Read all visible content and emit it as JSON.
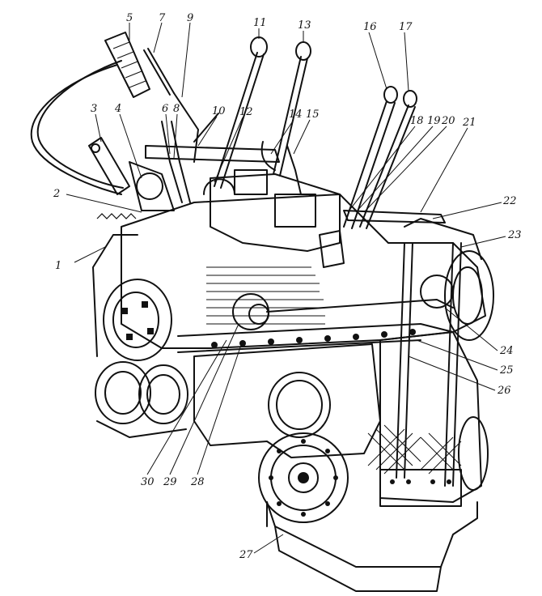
{
  "diagram": {
    "callouts": [
      {
        "id": "c1",
        "label": "1"
      },
      {
        "id": "c2",
        "label": "2"
      },
      {
        "id": "c3",
        "label": "3"
      },
      {
        "id": "c4",
        "label": "4"
      },
      {
        "id": "c5",
        "label": "5"
      },
      {
        "id": "c6",
        "label": "6"
      },
      {
        "id": "c7",
        "label": "7"
      },
      {
        "id": "c8",
        "label": "8"
      },
      {
        "id": "c9",
        "label": "9"
      },
      {
        "id": "c10",
        "label": "10"
      },
      {
        "id": "c11",
        "label": "11"
      },
      {
        "id": "c12",
        "label": "12"
      },
      {
        "id": "c13",
        "label": "13"
      },
      {
        "id": "c14",
        "label": "14"
      },
      {
        "id": "c15",
        "label": "15"
      },
      {
        "id": "c16",
        "label": "16"
      },
      {
        "id": "c17",
        "label": "17"
      },
      {
        "id": "c18",
        "label": "18"
      },
      {
        "id": "c19",
        "label": "19"
      },
      {
        "id": "c20",
        "label": "20"
      },
      {
        "id": "c21",
        "label": "21"
      },
      {
        "id": "c22",
        "label": "22"
      },
      {
        "id": "c23",
        "label": "23"
      },
      {
        "id": "c24",
        "label": "24"
      },
      {
        "id": "c25",
        "label": "25"
      },
      {
        "id": "c26",
        "label": "26"
      },
      {
        "id": "c27",
        "label": "27"
      },
      {
        "id": "c28",
        "label": "28"
      },
      {
        "id": "c29",
        "label": "29"
      },
      {
        "id": "c30",
        "label": "30"
      }
    ]
  }
}
